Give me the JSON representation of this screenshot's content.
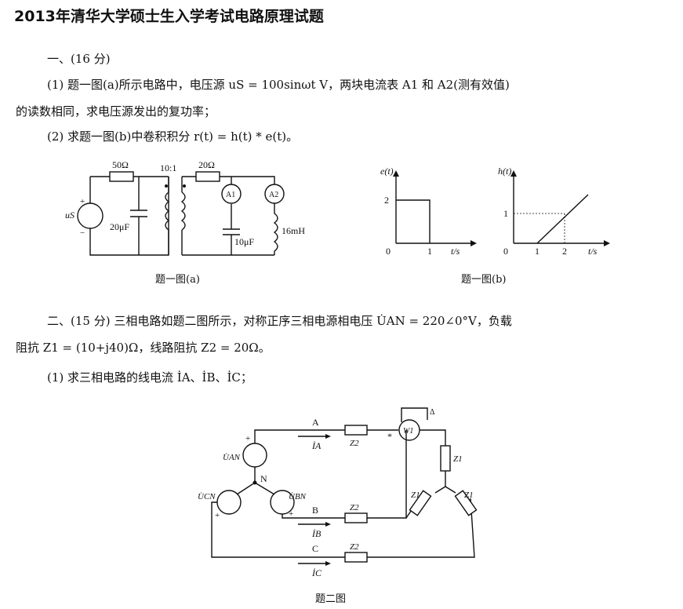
{
  "page": {
    "title": "2013年清华大学硕士生入学考试电路原理试题",
    "q1": {
      "heading": "一、(16 分)",
      "part1_line1": "(1) 题一图(a)所示电路中，电压源 uS = 100sinωt V，两块电流表 A1 和 A2(测有效值)",
      "part1_line2": "的读数相同，求电压源发出的复功率；",
      "part2": "(2) 求题一图(b)中卷积积分 r(t) = h(t) * e(t)。"
    },
    "fig1a": {
      "caption": "题一图(a)",
      "r1": "50Ω",
      "ratio": "10:1",
      "r2": "20Ω",
      "source": "uS",
      "c1": "20μF",
      "c2": "10μF",
      "l1": "16mH",
      "a1": "A1",
      "a2": "A2",
      "plus": "+",
      "minus": "−"
    },
    "fig1b": {
      "caption": "题一图(b)",
      "e_label": "e(t)",
      "h_label": "h(t)",
      "e_level": "2",
      "h_level": "1",
      "zero": "0",
      "t1": "1",
      "t2": "2",
      "t_unit": "t/s"
    },
    "q2": {
      "line1": "二、(15 分)  三相电路如题二图所示，对称正序三相电源相电压 U̇AN = 220∠0°V，负载",
      "line2": "阻抗 Z1 = (10+j40)Ω，线路阻抗 Z2 = 20Ω。",
      "part1": "(1) 求三相电路的线电流 İA、İB、İC；"
    },
    "fig2": {
      "caption": "题二图",
      "uan": "U̇AN",
      "ubn": "U̇BN",
      "ucn": "U̇CN",
      "n": "N",
      "a": "A",
      "b": "B",
      "c": "C",
      "ia": "İA",
      "ib": "İB",
      "ic": "İC",
      "z1": "Z1",
      "z2": "Z2",
      "w1": "W1",
      "star": "*",
      "delta": "Δ",
      "plus": "+"
    }
  }
}
